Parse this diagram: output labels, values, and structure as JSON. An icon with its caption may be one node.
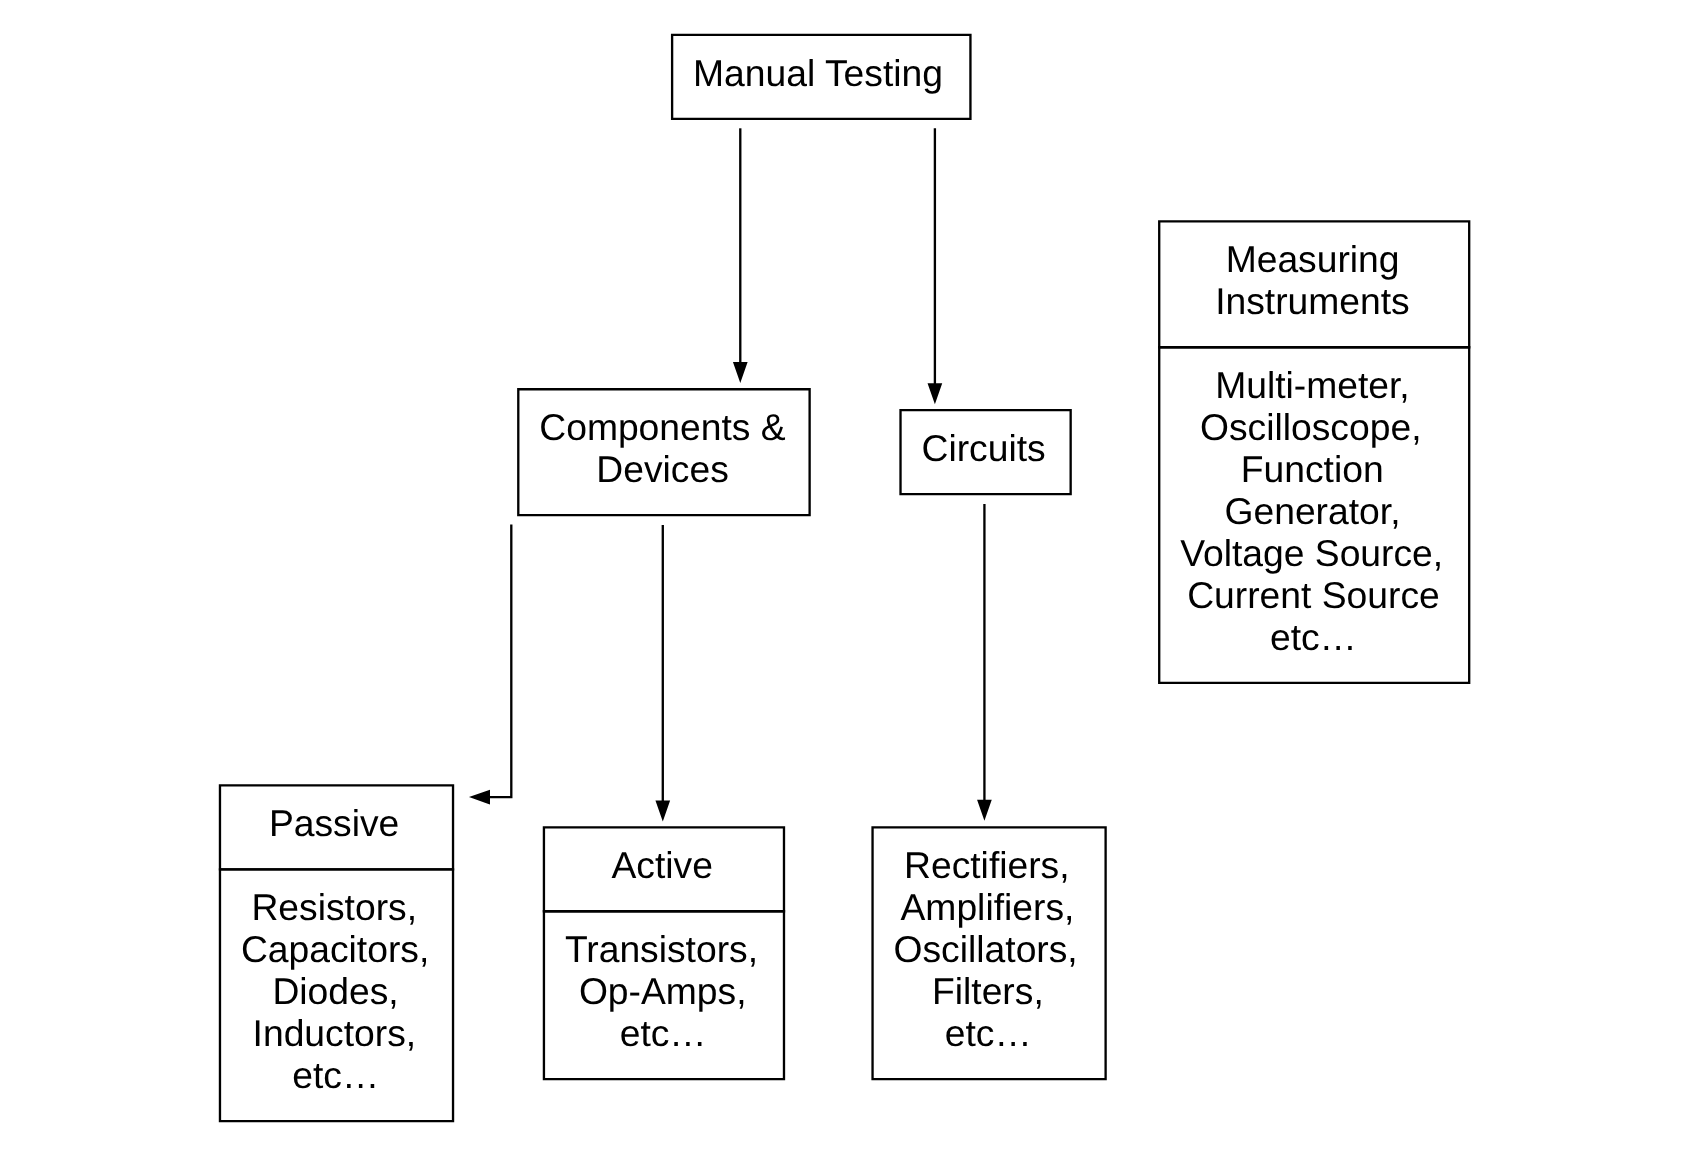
{
  "diagram": {
    "nodes": [
      {
        "text": [
          "Manual Testing"
        ]
      },
      {
        "text": [
          "Components & Devices"
        ]
      },
      {
        "text": [
          "Measuring Instruments",
          "Multi-meter, Oscilloscope, Function Generator, Voltage Source, Current Source etc…"
        ]
      },
      {
        "text": [
          "Circuits"
        ]
      },
      {
        "text": [
          "Rectifiers, Amplifiers, Oscillators, Filters, etc…"
        ]
      },
      {
        "text": [
          "Passive",
          "Resistors, Capacitors, Diodes, Inductors, etc…"
        ]
      },
      {
        "text": [
          "Active",
          "Transistors, Op-Amps, etc…"
        ]
      }
    ],
    "edges": [
      {
        "from": 0,
        "to": 1,
        "arrow": "to"
      },
      {
        "from": 0,
        "to": 3,
        "arrow": "to"
      },
      {
        "from": 3,
        "to": 4,
        "arrow": "to"
      },
      {
        "from": 1,
        "to": 5,
        "arrow": "to"
      },
      {
        "from": 1,
        "to": 6,
        "arrow": "to"
      }
    ]
  }
}
